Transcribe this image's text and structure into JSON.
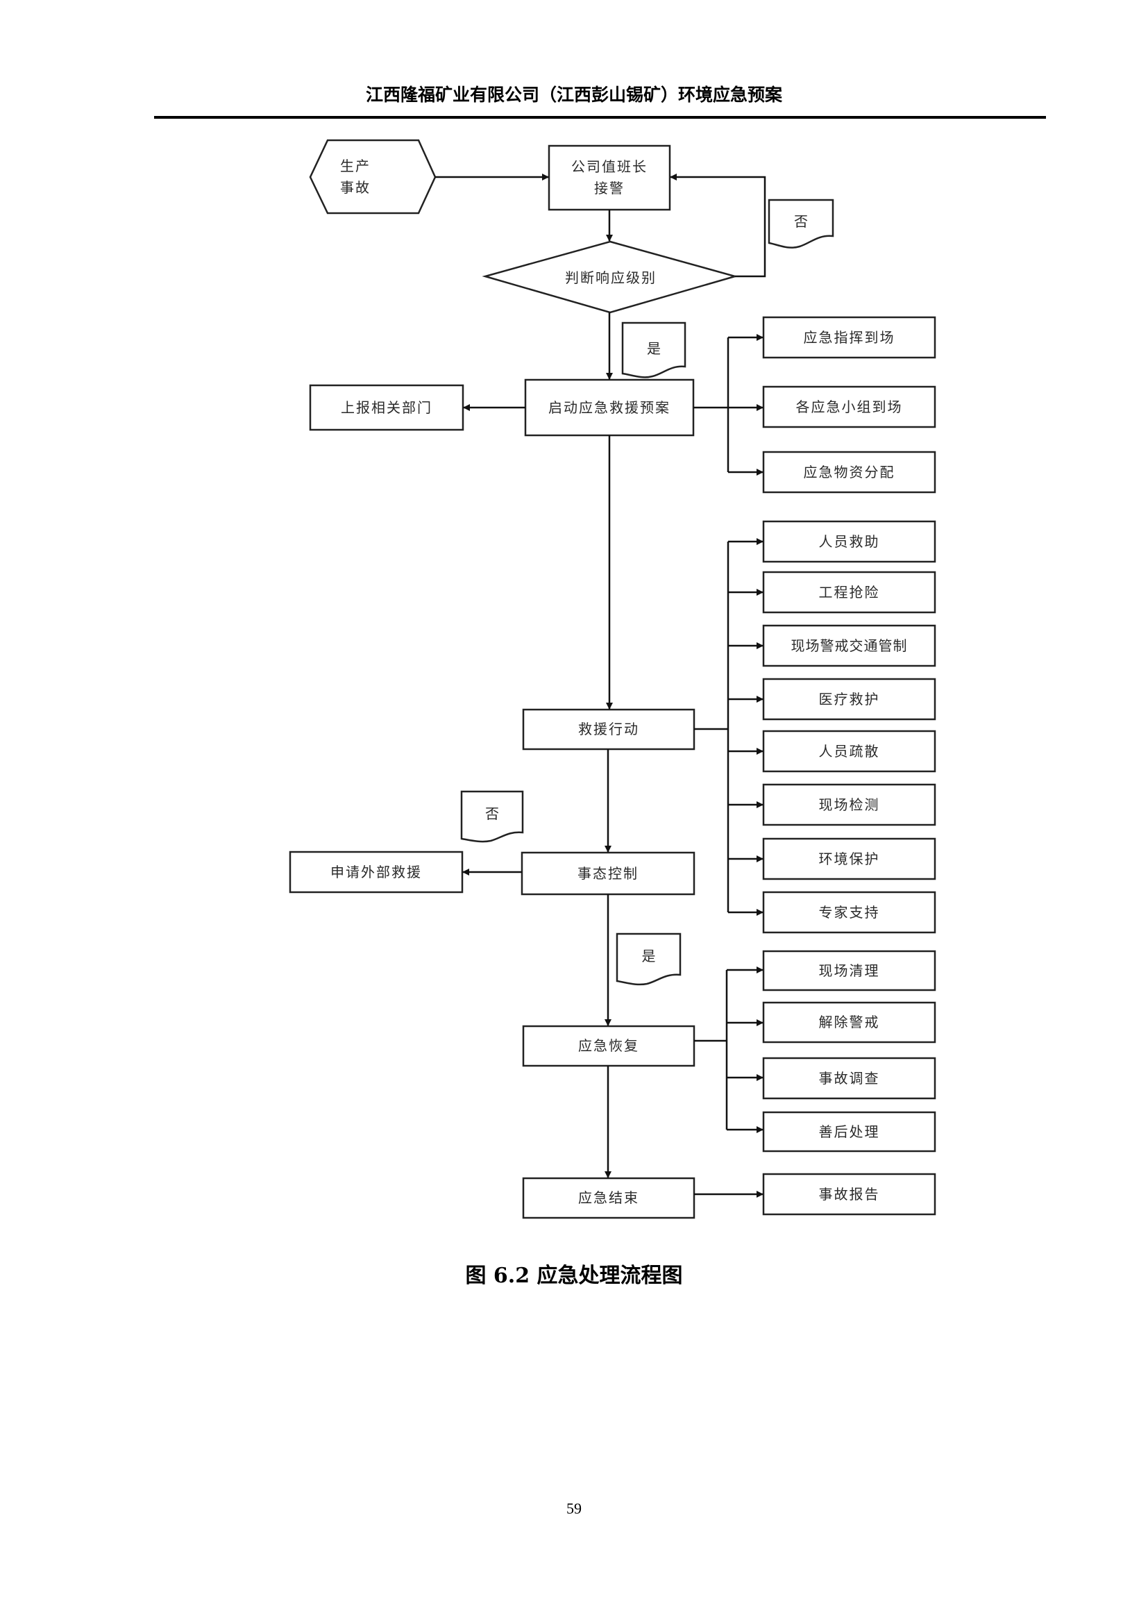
{
  "header": {
    "title": "江西隆福矿业有限公司（江西彭山锡矿）环境应急预案"
  },
  "flowchart": {
    "start": {
      "line1": "生产",
      "line2": "事故"
    },
    "receive": {
      "line1": "公司值班长",
      "line2": "接警"
    },
    "decision": "判断响应级别",
    "decision_no_label": "否",
    "decision_yes_label": "是",
    "activate": "启动应急救援预案",
    "report_dept": "上报相关部门",
    "activate_branches": [
      "应急指挥到场",
      "各应急小组到场",
      "应急物资分配"
    ],
    "rescue": "救援行动",
    "rescue_branches": [
      "人员救助",
      "工程抢险",
      "现场警戒交通管制",
      "医疗救护",
      "人员疏散",
      "现场检测",
      "环境保护",
      "专家支持"
    ],
    "control": "事态控制",
    "control_no_label": "否",
    "control_yes_label": "是",
    "external_help": "申请外部救援",
    "recovery": "应急恢复",
    "recovery_branches": [
      "现场清理",
      "解除警戒",
      "事故调查",
      "善后处理"
    ],
    "end": "应急结束",
    "end_branch": "事故报告"
  },
  "caption": "图 6.2  应急处理流程图",
  "page_number": "59"
}
